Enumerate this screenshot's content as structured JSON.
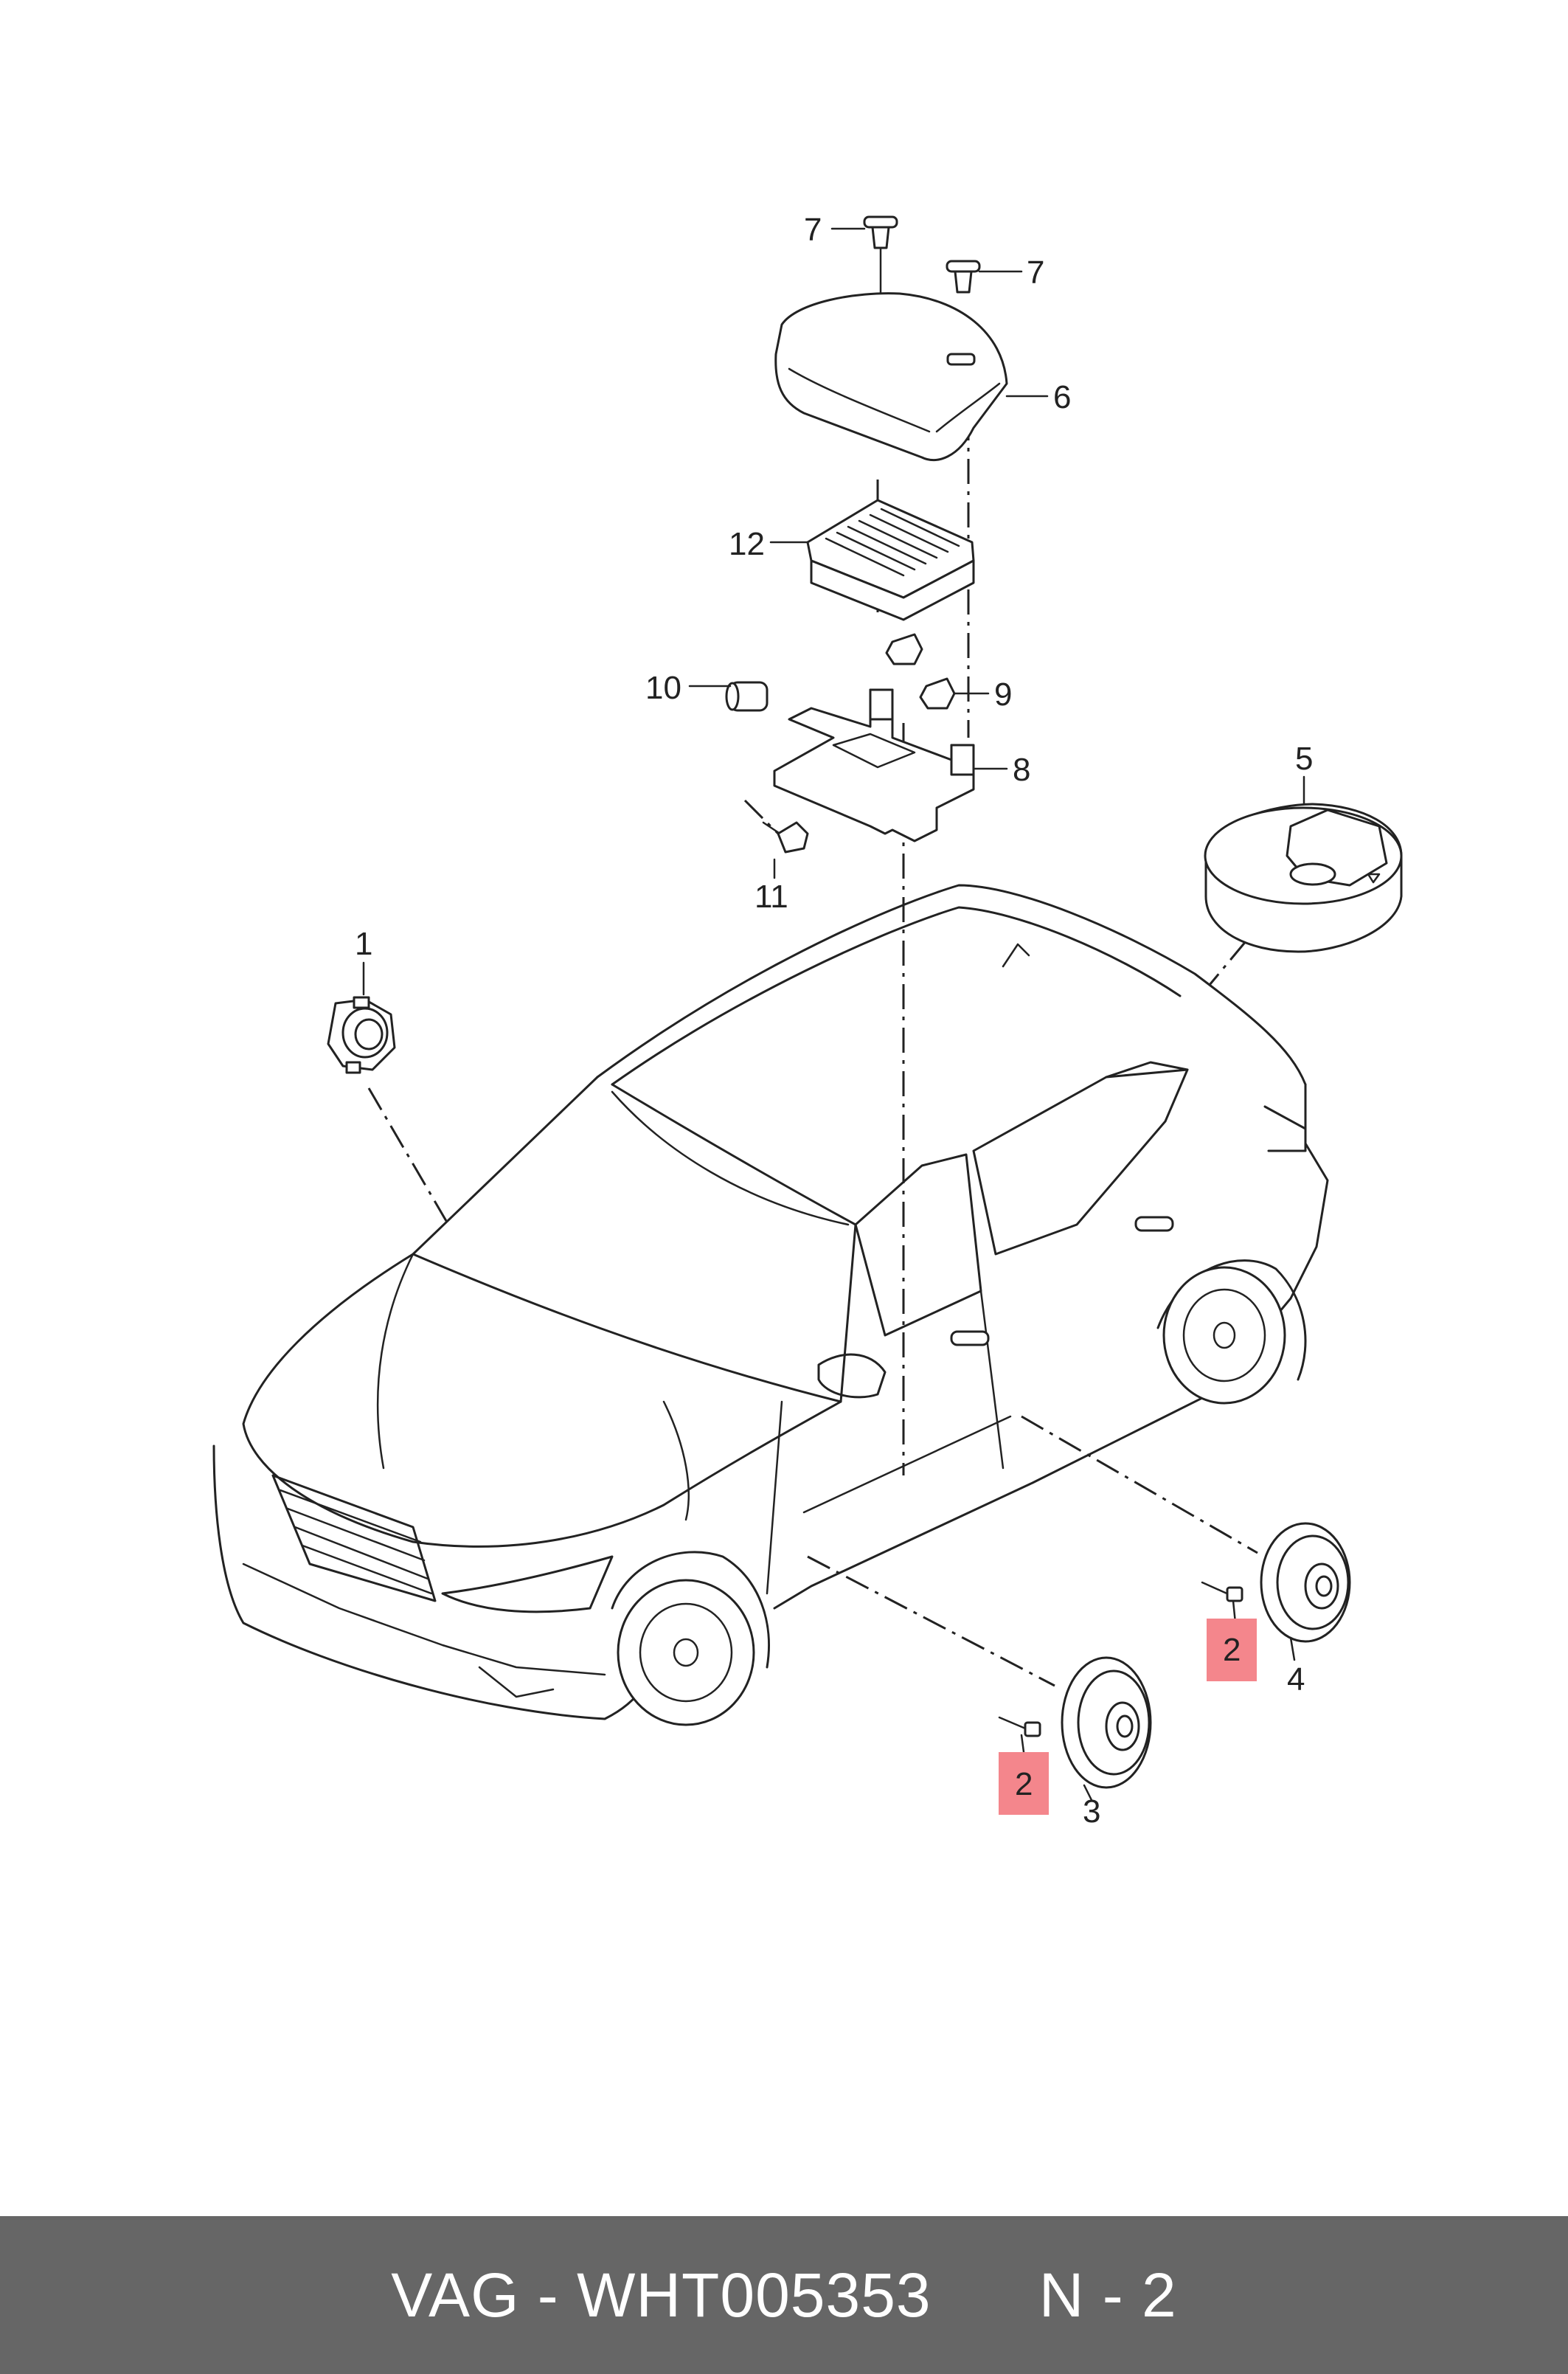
{
  "callouts": {
    "c1": "1",
    "c2a": "2",
    "c2b": "2",
    "c3": "3",
    "c4": "4",
    "c5": "5",
    "c6": "6",
    "c7a": "7",
    "c7b": "7",
    "c8": "8",
    "c9": "9",
    "c10": "10",
    "c11": "11",
    "c12": "12"
  },
  "highlight_color": "#f4868c",
  "footer": {
    "brand": "VAG",
    "sep1": " - ",
    "part_number": "WHT005353",
    "gap": "      ",
    "position": "N - 2"
  },
  "footer_color": "#666666"
}
